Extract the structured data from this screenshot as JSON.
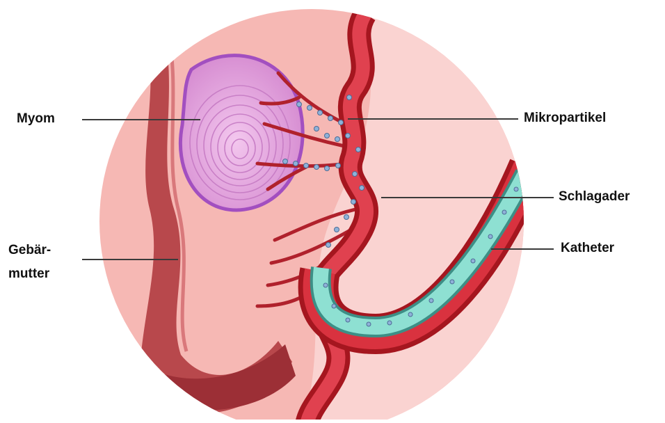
{
  "labels": {
    "myom": "Myom",
    "gebaermutter_line1": "Gebär-",
    "gebaermutter_line2": "mutter",
    "mikropartikel": "Mikropartikel",
    "schlagader": "Schlagader",
    "katheter": "Katheter"
  },
  "colors": {
    "tissue": "#f5b3b0",
    "tissue_light": "#f9cfcc",
    "uterus_wall": "#b94a4d",
    "myoma_fill": "#e9a6dd",
    "myoma_edge": "#9b3fb8",
    "artery": "#c8222f",
    "artery_light": "#e04351",
    "catheter": "#7fd6c8",
    "particle": "#8fb2d9"
  }
}
